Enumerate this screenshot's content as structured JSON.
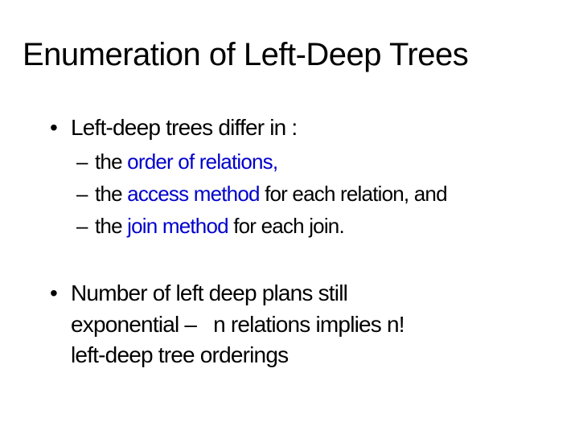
{
  "slide": {
    "title": "Enumeration of Left-Deep Trees"
  },
  "glyphs": {
    "bullet": "•",
    "dash": "–"
  },
  "colors": {
    "background": "#ffffff",
    "text": "#000000",
    "highlight": "#0000cc"
  },
  "bullets": {
    "0": {
      "text": "Left-deep trees differ in :",
      "sub_items": {
        "0": {
          "prefix": "the ",
          "highlight": "order of relations,",
          "suffix": ""
        },
        "1": {
          "prefix": "the ",
          "highlight": "access method",
          "suffix": " for each relation, and"
        },
        "2": {
          "prefix": "the ",
          "highlight": "join method",
          "suffix": " for each join."
        }
      }
    },
    "1": {
      "lines": {
        "0": "Number of left deep plans still",
        "1": "exponential –   n relations implies n!",
        "2": "left-deep tree orderings"
      }
    }
  }
}
